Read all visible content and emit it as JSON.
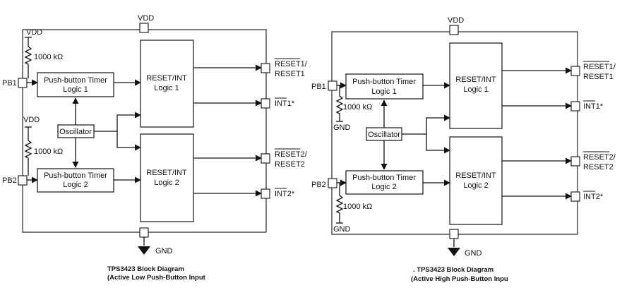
{
  "diagrams": [
    {
      "vdd_top": "VDD",
      "vdd_pb1": "VDD",
      "vdd_pb2": "VDD",
      "res1": "1000 kΩ",
      "res2": "1000 kΩ",
      "pb1": "PB1",
      "pb2": "PB2",
      "timer1": [
        "Push-button Timer",
        "Logic 1"
      ],
      "timer2": [
        "Push-button Timer",
        "Logic 2"
      ],
      "osc": "Oscillator",
      "reset1": [
        "RESET/INT",
        "Logic 1"
      ],
      "reset2": [
        "RESET/INT",
        "Logic 2"
      ],
      "out_reset1_a": "RESET1/",
      "out_reset1_b": "RESET1",
      "out_int1": "INT1*",
      "out_reset2_a": "RESET2/",
      "out_reset2_b": "RESET2",
      "out_int2": "INT2*",
      "gnd": "GND",
      "caption1": "TPS3423 Block Diagram",
      "caption2": "(Active Low Push-Button Input"
    },
    {
      "vdd_top": "VDD",
      "gnd_pb1": "GND",
      "gnd_pb2": "GND",
      "res1": "1000 kΩ",
      "res2": "1000 kΩ",
      "pb1": "PB1",
      "pb2": "PB2",
      "timer1": [
        "Push-button Timer",
        "Logic 1"
      ],
      "timer2": [
        "Push-button Timer",
        "Logic 2"
      ],
      "osc": "Oscillator",
      "reset1": [
        "RESET/INT",
        "Logic 1"
      ],
      "reset2": [
        "RESET/INT",
        "Logic 2"
      ],
      "out_reset1_a": "RESET1/",
      "out_reset1_b": "RESET1",
      "out_int1": "INT1*",
      "out_reset2_a": "RESET2/",
      "out_reset2_b": "RESET2",
      "out_int2": "INT2*",
      "gnd": "GND",
      "caption1": ". TPS3423 Block Diagram",
      "caption2": "(Active High Push-Button Inpu"
    }
  ]
}
